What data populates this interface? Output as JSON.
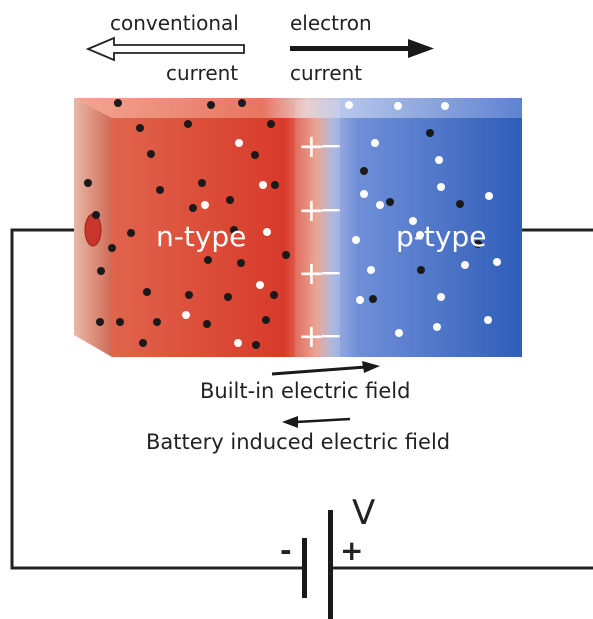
{
  "top_labels": {
    "conventional": "conventional",
    "conventional_sub": "current",
    "electron": "electron",
    "electron_sub": "current"
  },
  "regions": {
    "n_type": "n-type",
    "p_type": "p-type"
  },
  "junction": {
    "plus": "+",
    "minus": "−"
  },
  "fields": {
    "built_in": "Built-in electric field",
    "battery_induced": "Battery induced electric field"
  },
  "battery": {
    "voltage": "V",
    "minus": "-",
    "plus": "+"
  },
  "colors": {
    "n_region": "#dd5a44",
    "n_top": "#f3a48f",
    "p_region": "#4d72c2",
    "p_top": "#a9bde8",
    "dot_dark": "#1a1a1a",
    "dot_light": "#ffffff",
    "wire": "#222222"
  }
}
